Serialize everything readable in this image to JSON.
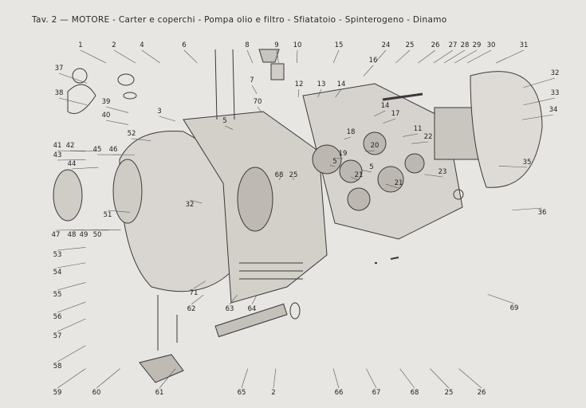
{
  "title": "Tav. 2 — MOTORE - Carter e coperchi - Pompa olio e filtro - Sfiatatoio - Spinterogeno - Dinamo",
  "callouts": [
    "1",
    "2",
    "4",
    "6",
    "8",
    "9",
    "10",
    "15",
    "24",
    "25",
    "26",
    "27",
    "28",
    "29",
    "30",
    "31",
    "7",
    "70",
    "12",
    "13",
    "14",
    "16",
    "32",
    "33",
    "34",
    "37",
    "38",
    "39",
    "40",
    "52",
    "3",
    "41",
    "42",
    "43",
    "44",
    "45",
    "46",
    "5",
    "68",
    "25",
    "17",
    "11",
    "22",
    "18",
    "19",
    "20",
    "21",
    "23",
    "35",
    "36",
    "32",
    "47",
    "48",
    "49",
    "50",
    "51",
    "53",
    "54",
    "55",
    "56",
    "57",
    "58",
    "59",
    "71",
    "63",
    "64",
    "62",
    "60",
    "61",
    "65",
    "2",
    "66",
    "67",
    "68",
    "25",
    "26",
    "69",
    "14",
    "5",
    "21",
    "5"
  ]
}
